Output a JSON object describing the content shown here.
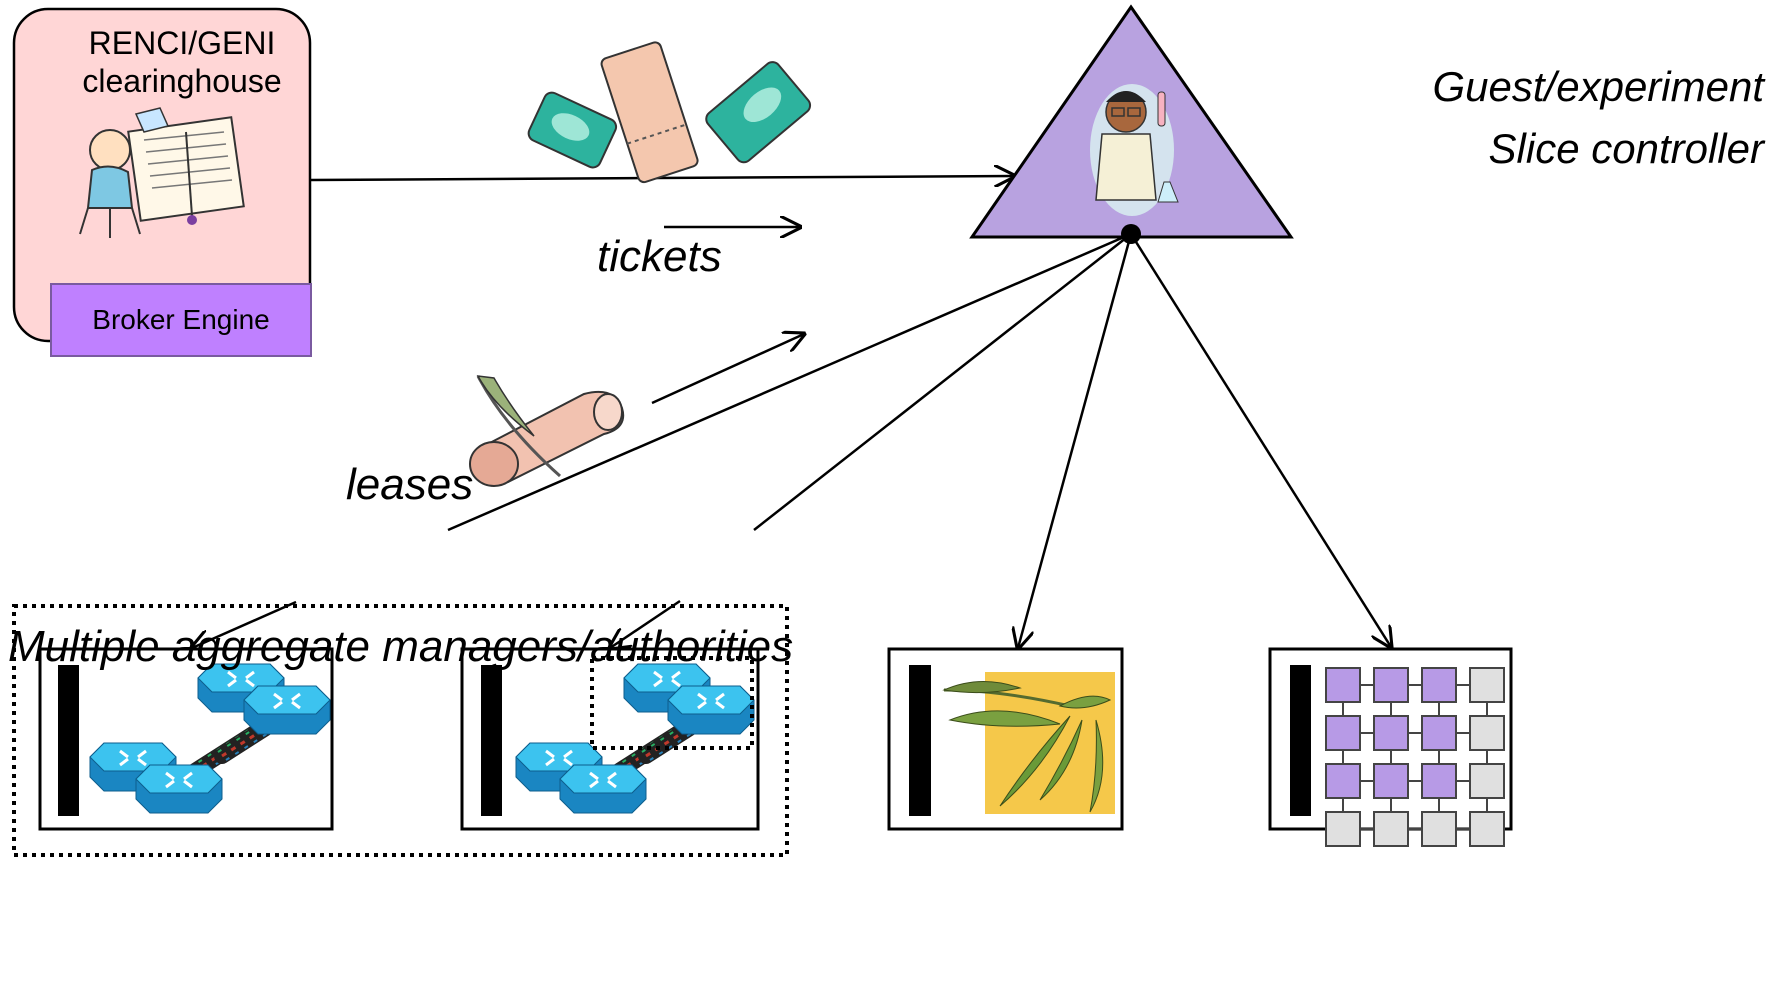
{
  "clearinghouse": {
    "title_line1": "RENCI/GENI",
    "title_line2": "clearinghouse",
    "engine_label": "Broker Engine"
  },
  "controller": {
    "line1": "Guest/experiment",
    "line2": "Slice controller"
  },
  "labels": {
    "tickets": "tickets",
    "leases": "leases",
    "aggregates": "Multiple aggregate managers/authorities"
  },
  "icons": [
    "worker-at-desk-icon",
    "ticket-stubs-icon",
    "scroll-quill-icon",
    "scientist-icon",
    "network-router-icon",
    "bamboo-leaves-icon",
    "grid-cluster-icon"
  ],
  "colors": {
    "clearinghouse_fill": "#ffd6d6",
    "broker_fill": "#bf80ff",
    "triangle_fill": "#b8a2e0",
    "router_blue": "#29b6e8",
    "bamboo_bg": "#f5c84a",
    "grid_purple": "#b79ae6",
    "grid_gray": "#e0e0e0"
  }
}
